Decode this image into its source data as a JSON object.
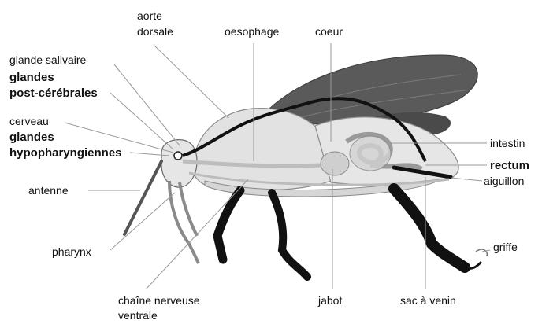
{
  "diagram": {
    "labels": {
      "aorte_1": "aorte",
      "aorte_2": "dorsale",
      "oesophage": "oesophage",
      "coeur": "coeur",
      "glande_salivaire": "glande salivaire",
      "glandes_post_1": "glandes",
      "glandes_post_2": "post-cérébrales",
      "cerveau": "cerveau",
      "glandes_hypo_1": "glandes",
      "glandes_hypo_2": "hypopharyngiennes",
      "antenne": "antenne",
      "pharynx": "pharynx",
      "chaine_1": "chaîne nerveuse",
      "chaine_2": "ventrale",
      "jabot": "jabot",
      "sac_venin": "sac à venin",
      "intestin": "intestin",
      "rectum": "rectum",
      "aiguillon": "aiguillon",
      "griffe": "griffe"
    },
    "colors": {
      "body_fill": "#e2e2e2",
      "body_stroke": "#8a8a8a",
      "wing": "#5a5a5a",
      "legs": "#111111",
      "organs": "#bdbdbd",
      "leader": "#9a9a9a"
    }
  }
}
